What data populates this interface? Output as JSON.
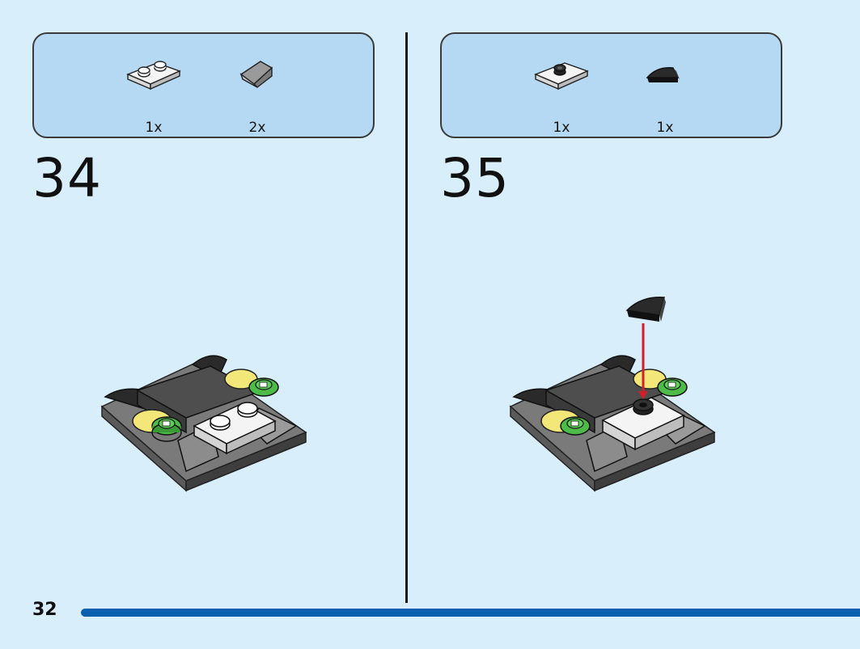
{
  "page": {
    "number": "32"
  },
  "steps": [
    {
      "number": "34",
      "parts": [
        {
          "icon": "white-plate-1x2-icon",
          "qty": "1x"
        },
        {
          "icon": "gray-slope-icon",
          "qty": "2x"
        }
      ]
    },
    {
      "number": "35",
      "parts": [
        {
          "icon": "white-jumper-plate-icon",
          "qty": "1x"
        },
        {
          "icon": "black-quarter-tile-icon",
          "qty": "1x"
        }
      ]
    }
  ],
  "colors": {
    "background": "#d8eefb",
    "parts_box": "#b5d9f3",
    "progress_bar": "#0a5fae",
    "arrow": "#d0202a"
  }
}
